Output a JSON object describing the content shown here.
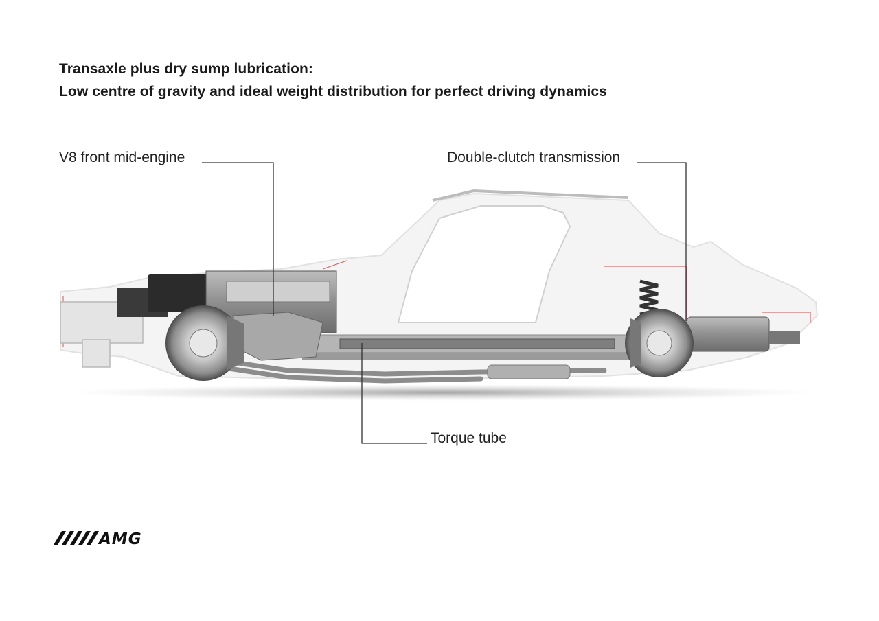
{
  "title": {
    "line1": "Transaxle plus dry sump lubrication:",
    "line2": "Low centre of gravity and ideal weight distribution for perfect driving dynamics"
  },
  "callouts": {
    "engine": "V8 front mid-engine",
    "transmission": "Double-clutch transmission",
    "torque_tube": "Torque tube"
  },
  "logo": {
    "text": "AMG",
    "icon": "amg-stripes-logo"
  },
  "colors": {
    "text": "#1a1a1a",
    "leader_line": "#333333",
    "body_shell": "#e6e6e6",
    "accent_red": "#c23a3a"
  }
}
